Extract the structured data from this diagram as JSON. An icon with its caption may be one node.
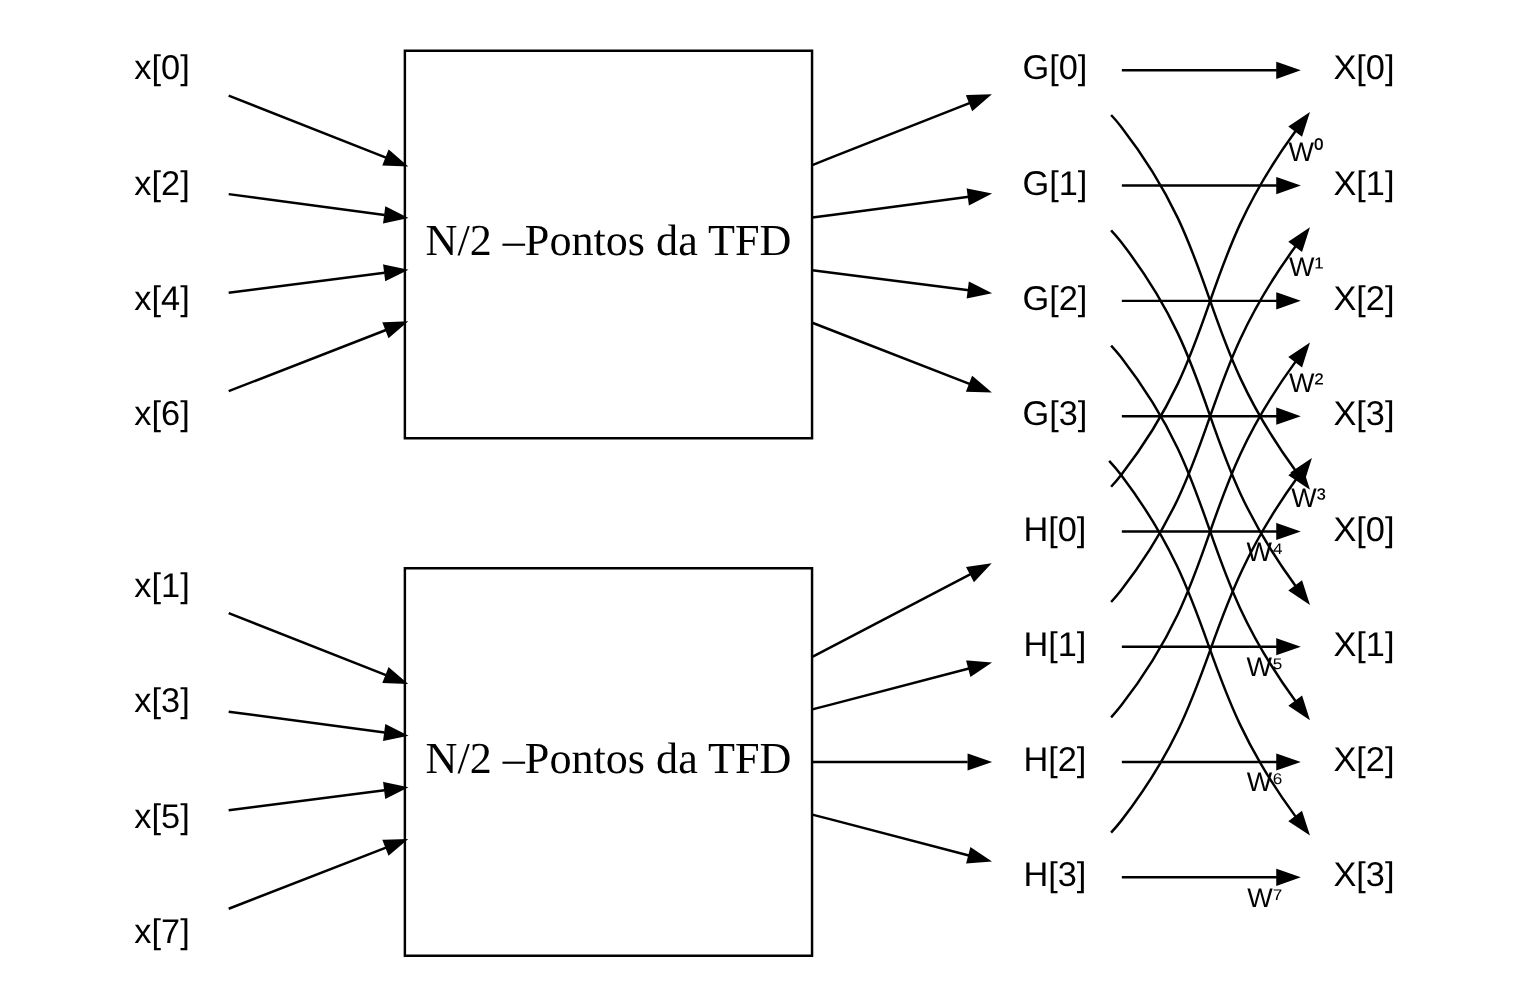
{
  "diagram": {
    "nodes": [
      {
        "text": [
          "x[0]"
        ]
      },
      {
        "text": [
          "x[2]"
        ]
      },
      {
        "text": [
          "x[4]"
        ]
      },
      {
        "text": [
          "x[6]"
        ]
      },
      {
        "text": [
          "N/2 –Pontos da TFD"
        ]
      },
      {
        "text": [
          "G[0]"
        ]
      },
      {
        "text": [
          "G[1]"
        ]
      },
      {
        "text": [
          "G[2]"
        ]
      },
      {
        "text": [
          "G[3]"
        ]
      },
      {
        "text": [
          "X[0]"
        ]
      },
      {
        "text": [
          "X[1]"
        ]
      },
      {
        "text": [
          "X[2]"
        ]
      },
      {
        "text": [
          "X[3]"
        ]
      },
      {
        "text": [
          "x[1]"
        ]
      },
      {
        "text": [
          "x[3]"
        ]
      },
      {
        "text": [
          "x[5]"
        ]
      },
      {
        "text": [
          "x[7]"
        ]
      },
      {
        "text": [
          "N/2 –Pontos da TFD"
        ]
      },
      {
        "text": [
          "H[0]"
        ]
      },
      {
        "text": [
          "H[1]"
        ]
      },
      {
        "text": [
          "H[2]"
        ]
      },
      {
        "text": [
          "H[3]"
        ]
      },
      {
        "text": [
          "X[0]"
        ]
      },
      {
        "text": [
          "X[1]"
        ]
      },
      {
        "text": [
          "X[2]"
        ]
      },
      {
        "text": [
          "X[3]"
        ]
      }
    ],
    "edges": [
      {
        "from": 0,
        "to": 4,
        "arrow": "to"
      },
      {
        "from": 1,
        "to": 4,
        "arrow": "to"
      },
      {
        "from": 2,
        "to": 4,
        "arrow": "to"
      },
      {
        "from": 3,
        "to": 4,
        "arrow": "to"
      },
      {
        "from": 4,
        "to": 5,
        "arrow": "to"
      },
      {
        "from": 4,
        "to": 6,
        "arrow": "to"
      },
      {
        "from": 4,
        "to": 7,
        "arrow": "to"
      },
      {
        "from": 4,
        "to": 8,
        "arrow": "to"
      },
      {
        "from": 13,
        "to": 17,
        "arrow": "to"
      },
      {
        "from": 14,
        "to": 17,
        "arrow": "to"
      },
      {
        "from": 15,
        "to": 17,
        "arrow": "to"
      },
      {
        "from": 16,
        "to": 17,
        "arrow": "to"
      },
      {
        "from": 17,
        "to": 18,
        "arrow": "to"
      },
      {
        "from": 17,
        "to": 19,
        "arrow": "to"
      },
      {
        "from": 17,
        "to": 20,
        "arrow": "to"
      },
      {
        "from": 17,
        "to": 21,
        "arrow": "to"
      },
      {
        "from": 5,
        "to": 9,
        "arrow": "to"
      },
      {
        "from": 5,
        "to": 22,
        "arrow": "to"
      },
      {
        "from": 6,
        "to": 10,
        "arrow": "to"
      },
      {
        "from": 6,
        "to": 23,
        "arrow": "to"
      },
      {
        "from": 7,
        "to": 11,
        "arrow": "to"
      },
      {
        "from": 7,
        "to": 24,
        "arrow": "to"
      },
      {
        "from": 8,
        "to": 12,
        "arrow": "to"
      },
      {
        "from": 8,
        "to": 25,
        "arrow": "to"
      },
      {
        "from": 18,
        "to": 9,
        "arrow": "to",
        "label": "W⁰"
      },
      {
        "from": 18,
        "to": 22,
        "arrow": "to",
        "label": "W⁴"
      },
      {
        "from": 19,
        "to": 10,
        "arrow": "to",
        "label": "W¹"
      },
      {
        "from": 19,
        "to": 23,
        "arrow": "to",
        "label": "W⁵"
      },
      {
        "from": 20,
        "to": 11,
        "arrow": "to",
        "label": "W²"
      },
      {
        "from": 20,
        "to": 24,
        "arrow": "to",
        "label": "W⁶"
      },
      {
        "from": 21,
        "to": 12,
        "arrow": "to",
        "label": "W³"
      },
      {
        "from": 21,
        "to": 25,
        "arrow": "to",
        "label": "W⁷"
      }
    ]
  }
}
